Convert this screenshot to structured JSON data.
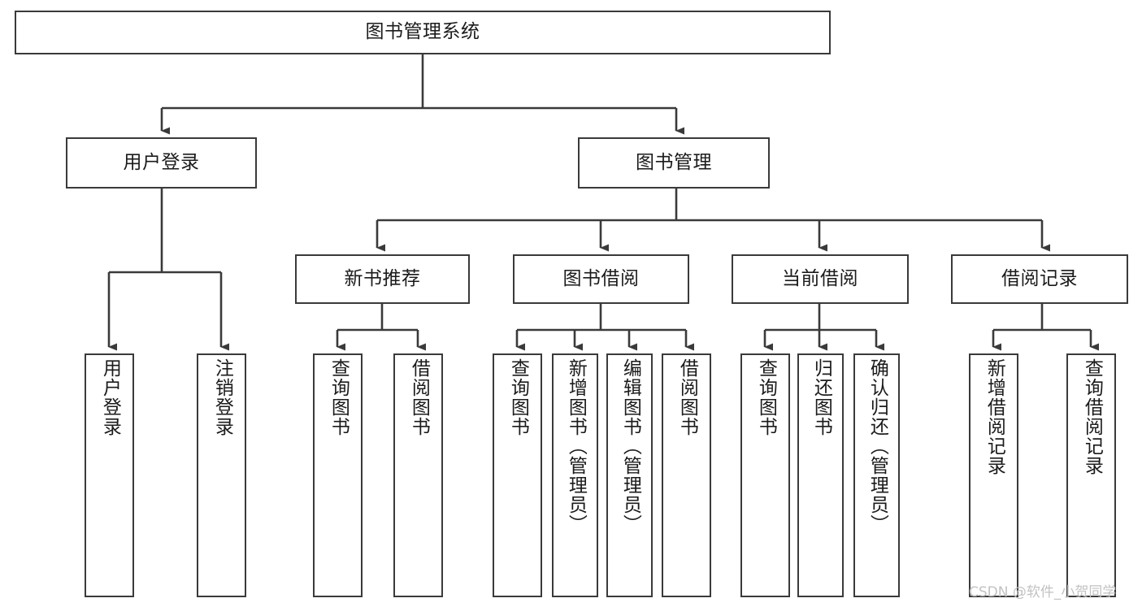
{
  "diagram": {
    "title": "图书管理系统",
    "type": "hierarchy-tree",
    "watermark": "CSDN @软件_小贺同学",
    "colors": {
      "stroke": "#3a3a3a",
      "fill": "#ffffff",
      "text": "#1b1b1b",
      "watermark": "#c2c2c2"
    }
  },
  "nodes": {
    "root": {
      "label": "图书管理系统"
    },
    "level1": [
      {
        "label": "用户登录"
      },
      {
        "label": "图书管理"
      }
    ],
    "level2": [
      {
        "label": "新书推荐"
      },
      {
        "label": "图书借阅"
      },
      {
        "label": "当前借阅"
      },
      {
        "label": "借阅记录"
      }
    ],
    "leaves": {
      "user_login": [
        {
          "label": "用户登录"
        },
        {
          "label": "注销登录"
        }
      ],
      "new_book": [
        {
          "label": "查询图书"
        },
        {
          "label": "借阅图书"
        }
      ],
      "book_borrow": [
        {
          "label": "查询图书"
        },
        {
          "label": "新增图书（管理员）"
        },
        {
          "label": "编辑图书（管理员）"
        },
        {
          "label": "借阅图书"
        }
      ],
      "current_borrow": [
        {
          "label": "查询图书"
        },
        {
          "label": "归还图书"
        },
        {
          "label": "确认归还（管理员）"
        }
      ],
      "borrow_record": [
        {
          "label": "新增借阅记录"
        },
        {
          "label": "查询借阅记录"
        }
      ]
    }
  }
}
